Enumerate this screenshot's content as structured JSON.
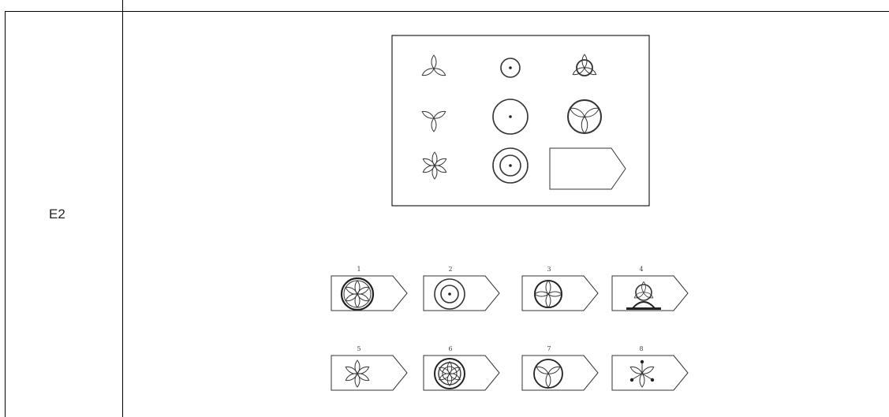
{
  "row": {
    "label": "E2"
  },
  "matrix": {
    "cells": [
      {
        "id": "r1c1",
        "icon": "three-petal-rotor-up"
      },
      {
        "id": "r1c2",
        "icon": "small-circle-with-dot"
      },
      {
        "id": "r1c3",
        "icon": "triangle-rotor-in-circle"
      },
      {
        "id": "r2c1",
        "icon": "three-petal-rotor-down"
      },
      {
        "id": "r2c2",
        "icon": "large-circle-with-dot"
      },
      {
        "id": "r2c3",
        "icon": "three-petal-in-circle"
      },
      {
        "id": "r3c1",
        "icon": "six-petal-flower"
      },
      {
        "id": "r3c2",
        "icon": "double-circle-with-dot"
      },
      {
        "id": "r3c3",
        "icon": "empty-answer-slot"
      }
    ]
  },
  "options": [
    {
      "number": "1",
      "icon": "six-petal-in-double-circle"
    },
    {
      "number": "2",
      "icon": "double-circle-with-dot"
    },
    {
      "number": "3",
      "icon": "four-petal-in-circle"
    },
    {
      "number": "4",
      "icon": "rotor-on-stand"
    },
    {
      "number": "5",
      "icon": "six-petal-flower"
    },
    {
      "number": "6",
      "icon": "six-petal-in-triple-circle"
    },
    {
      "number": "7",
      "icon": "three-petal-in-circle"
    },
    {
      "number": "8",
      "icon": "dotted-three-petal-flower"
    }
  ]
}
